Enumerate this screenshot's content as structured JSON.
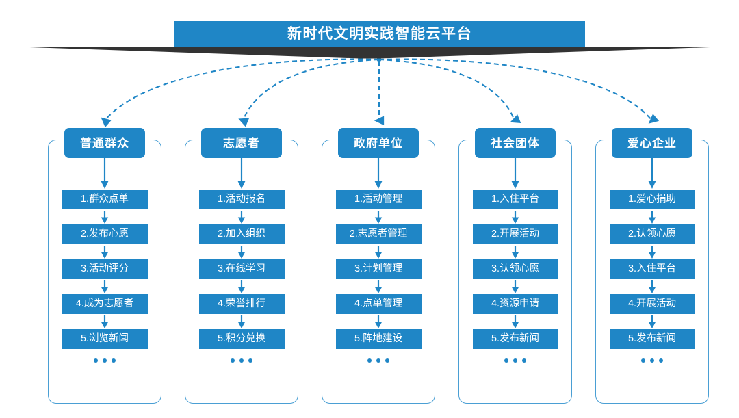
{
  "diagram": {
    "title": "新时代文明实践智能云平台",
    "accent_color": "#1f86c6",
    "border_color": "#4a9fd4",
    "ribbon_color": "#333333",
    "ellipsis_label": "...",
    "columns": [
      {
        "header": "普通群众",
        "steps": [
          "1.群众点单",
          "2.发布心愿",
          "3.活动评分",
          "4.成为志愿者",
          "5.浏览新闻"
        ]
      },
      {
        "header": "志愿者",
        "steps": [
          "1.活动报名",
          "2.加入组织",
          "3.在线学习",
          "4.荣誉排行",
          "5.积分兑换"
        ]
      },
      {
        "header": "政府单位",
        "steps": [
          "1.活动管理",
          "2.志愿者管理",
          "3.计划管理",
          "4.点单管理",
          "5.阵地建设"
        ]
      },
      {
        "header": "社会团体",
        "steps": [
          "1.入住平台",
          "2.开展活动",
          "3.认领心愿",
          "4.资源申请",
          "5.发布新闻"
        ]
      },
      {
        "header": "爱心企业",
        "steps": [
          "1.爱心捐助",
          "2.认领心愿",
          "3.入住平台",
          "4.开展活动",
          "5.发布新闻"
        ]
      }
    ]
  }
}
